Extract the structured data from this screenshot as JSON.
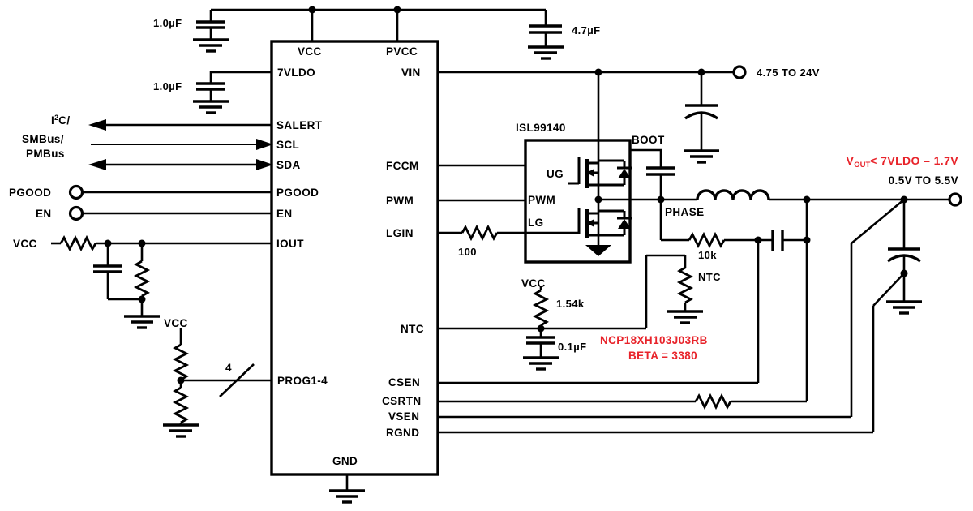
{
  "colors": {
    "wire": "#000000",
    "text": "#000000",
    "accent_red": "#e8232a",
    "background": "#ffffff"
  },
  "main_ic": {
    "top_pins": {
      "vcc": "VCC",
      "pvcc": "PVCC"
    },
    "left_pins": {
      "vldo": "7VLDO",
      "salert": "SALERT",
      "scl": "SCL",
      "sda": "SDA",
      "pgood": "PGOOD",
      "en": "EN",
      "iout": "IOUT",
      "prog": "PROG1-4"
    },
    "right_pins": {
      "vin": "VIN",
      "fccm": "FCCM",
      "pwm": "PWM",
      "lgin": "LGIN",
      "ntc": "NTC",
      "csen": "CSEN",
      "csrtn": "CSRTN",
      "vsen": "VSEN",
      "rgnd": "RGND"
    },
    "bottom_pins": {
      "gnd": "GND"
    }
  },
  "driver": {
    "part_number": "ISL99140",
    "ug": "UG",
    "pwm": "PWM",
    "lg": "LG",
    "boot": "BOOT",
    "phase": "PHASE"
  },
  "interface": {
    "i2c_base": "I",
    "i2c_sup": "2",
    "i2c_rest": "C/",
    "smbus": "SMBus/",
    "pmbus": "PMBus"
  },
  "io": {
    "pgood": "PGOOD",
    "en": "EN",
    "vin_range": "4.75 TO 24V",
    "vout_v": "V",
    "vout_sub": "OUT",
    "vout_cond": " < 7VLDO – 1.7V",
    "vout_range": "0.5V TO 5.5V"
  },
  "components": {
    "c_vcc": "1.0µF",
    "c_vldo": "1.0µF",
    "c_pvcc": "4.7µF",
    "c_ntc": "0.1µF",
    "r_lgin": "100",
    "r_ntc_pullup": "1.54k",
    "r_thermistor_value": "10k",
    "r_thermistor_type": "NTC",
    "vcc_iout": "VCC",
    "vcc_prog": "VCC",
    "vcc_ntc": "VCC",
    "prog_bus_width": "4"
  },
  "notes": {
    "thermistor_pn": "NCP18XH103J03RB",
    "thermistor_beta": "BETA = 3380"
  }
}
